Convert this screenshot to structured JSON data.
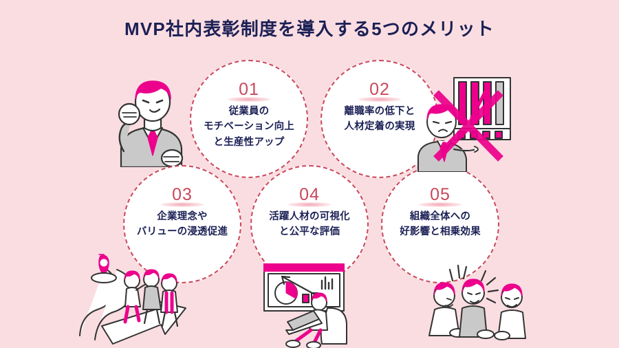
{
  "title": "MVP社内表彰制度を導入する5つのメリット",
  "colors": {
    "background": "#fadde1",
    "text_navy": "#1b2055",
    "number_red": "#c9485b",
    "dashed_border": "#c9485b",
    "accent_magenta": "#ec008c",
    "circle_fill": "#ffffff",
    "grey_fill": "#c9c9c9"
  },
  "items": [
    {
      "number": "01",
      "lines": [
        "従業員の",
        "モチベーション向上",
        "と生産性アップ"
      ],
      "illustration": "businessman-fist-pump"
    },
    {
      "number": "02",
      "lines": [
        "離職率の低下と",
        "人材定着の実現"
      ],
      "illustration": "sad-person-declining-bar-chart-crossed-out"
    },
    {
      "number": "03",
      "lines": [
        "企業理念や",
        "バリューの浸透促進"
      ],
      "illustration": "team-riding-arrow-to-location-pin"
    },
    {
      "number": "04",
      "lines": [
        "活躍人材の可視化",
        "と公平な評価"
      ],
      "illustration": "person-with-laptop-analytics-dashboard"
    },
    {
      "number": "05",
      "lines": [
        "組織全体への",
        "好影響と相乗効果"
      ],
      "illustration": "three-excited-people-synergy"
    }
  ]
}
